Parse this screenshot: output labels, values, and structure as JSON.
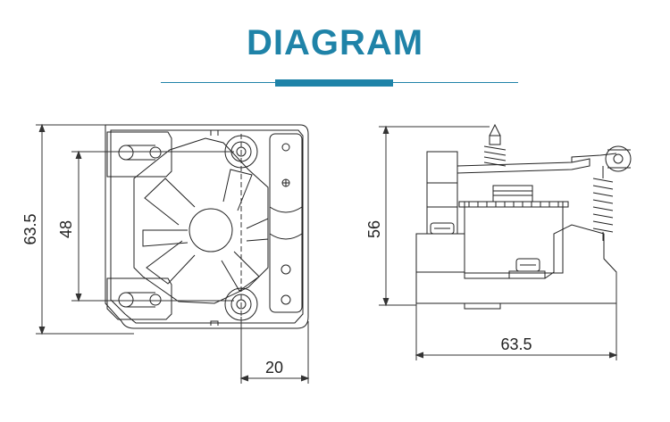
{
  "header": {
    "title": "DIAGRAM",
    "accent_color": "#1f83a8"
  },
  "front_view": {
    "dim_overall_height": "63.5",
    "dim_hole_spacing": "48",
    "dim_bottom_width": "20"
  },
  "side_view": {
    "dim_height": "56",
    "dim_width": "63.5"
  }
}
